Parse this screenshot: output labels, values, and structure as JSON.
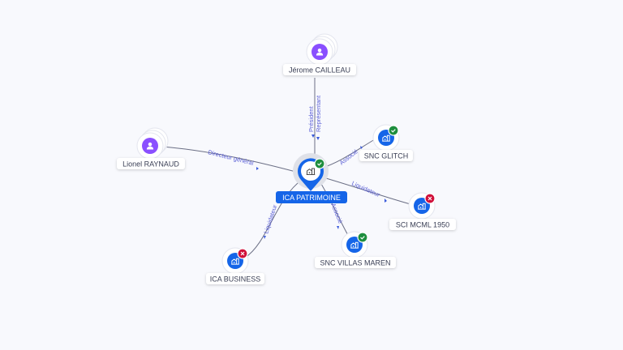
{
  "center": {
    "name": "ICA PATRIMOINE",
    "status": "active"
  },
  "persons": [
    {
      "name": "Jérome CAILLEAU"
    },
    {
      "name": "Lionel RAYNAUD"
    }
  ],
  "companies": [
    {
      "name": "SNC GLITCH",
      "status": "active"
    },
    {
      "name": "SCI MCML 1950",
      "status": "closed"
    },
    {
      "name": "SNC VILLAS MAREN",
      "status": "active"
    },
    {
      "name": "ICA BUSINESS",
      "status": "closed"
    }
  ],
  "edges": {
    "cailleau_1": "Président",
    "cailleau_2": "Représentant",
    "raynaud": "Directeur général",
    "glitch": "Associé",
    "mcml": "Liquidateur",
    "villas": "Associé",
    "business": "Liquidateur"
  },
  "colors": {
    "accent": "#1565e8",
    "person": "#8a4fff",
    "ok": "#1e8e3e",
    "ko": "#d0103a"
  }
}
